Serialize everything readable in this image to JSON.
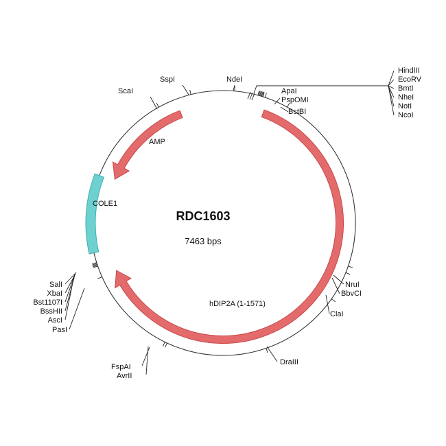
{
  "plasmid": {
    "name": "RDC1603",
    "size_label": "7463 bps",
    "size_bp": 7463
  },
  "colors": {
    "backbone": "#333333",
    "orf_fill": "#e46b6b",
    "orf_stroke": "#c94848",
    "origin_fill": "#6fd0d0",
    "origin_stroke": "#3fb0b0"
  },
  "features": [
    {
      "id": "amp",
      "label": "AMP",
      "type": "orf",
      "direction": "ccw",
      "start_deg": 339,
      "end_deg": 292
    },
    {
      "id": "hdip2a",
      "label": "hDIP2A (1-1571)",
      "type": "orf",
      "direction": "cw",
      "start_deg": 20,
      "end_deg": 246
    },
    {
      "id": "cole1",
      "label": "COLE1",
      "type": "origin",
      "start_deg": 291,
      "end_deg": 257
    }
  ],
  "sites": [
    {
      "name": "ScaI",
      "angle_deg": 331
    },
    {
      "name": "SspI",
      "angle_deg": 346
    },
    {
      "name": "NdeI",
      "angle_deg": 5
    },
    {
      "name": "ApaI",
      "angle_deg": 17.5
    },
    {
      "name": "PspOMI",
      "angle_deg": 18.5
    },
    {
      "name": "BstBI",
      "angle_deg": 29
    },
    {
      "name": "NruI",
      "angle_deg": 109
    },
    {
      "name": "BbvCI",
      "angle_deg": 112
    },
    {
      "name": "ClaI",
      "angle_deg": 125
    },
    {
      "name": "DraIII",
      "angle_deg": 161
    },
    {
      "name": "FspAI",
      "angle_deg": 205
    },
    {
      "name": "AvrII",
      "angle_deg": 206
    },
    {
      "name": "HindIII",
      "angle_deg": 15.3
    },
    {
      "name": "EcoRV",
      "angle_deg": 15.7
    },
    {
      "name": "BmtI",
      "angle_deg": 16.1
    },
    {
      "name": "NheI",
      "angle_deg": 16.5
    },
    {
      "name": "NotI",
      "angle_deg": 16.9
    },
    {
      "name": "NcoI",
      "angle_deg": 17.3
    },
    {
      "name": "SalI",
      "angle_deg": 251
    },
    {
      "name": "XbaI",
      "angle_deg": 251.4
    },
    {
      "name": "Bst1107I",
      "angle_deg": 251.8
    },
    {
      "name": "BssHII",
      "angle_deg": 252.2
    },
    {
      "name": "AscI",
      "angle_deg": 252.6
    },
    {
      "name": "PasI",
      "angle_deg": 246
    }
  ]
}
